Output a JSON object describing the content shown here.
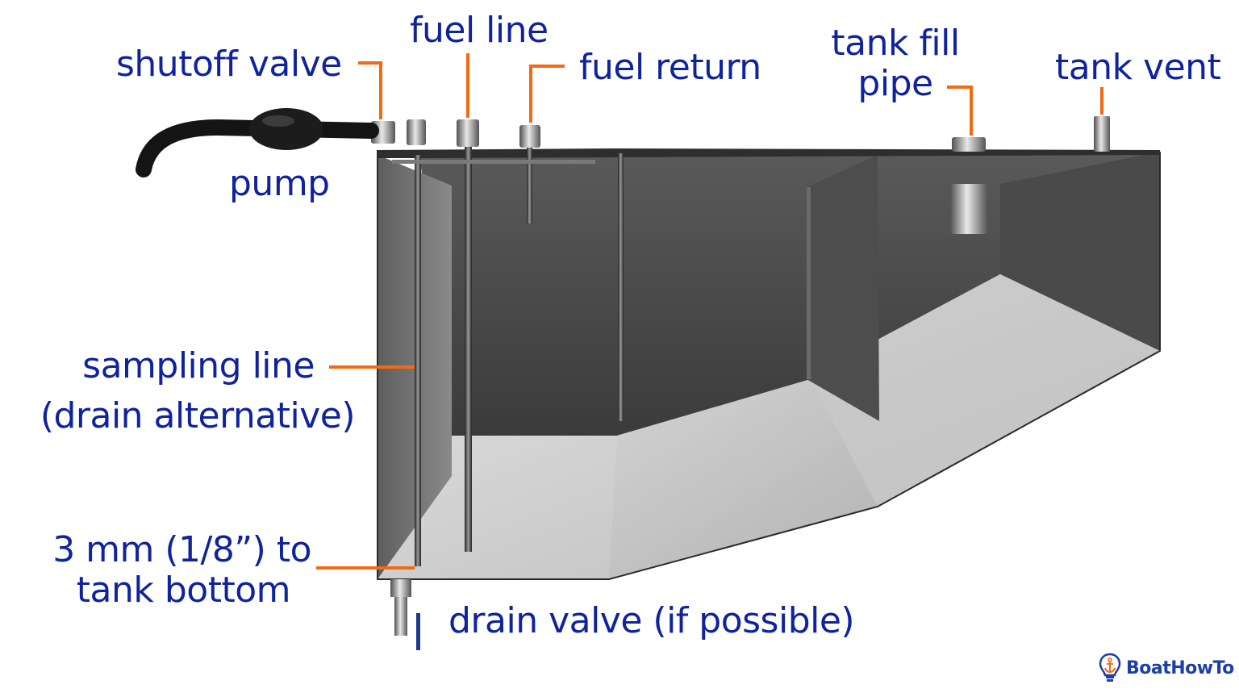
{
  "colors": {
    "label": "#10239e",
    "leader": "#f26a12",
    "tank_light": "#c7c7c7",
    "tank_dark": "#3f3f3f"
  },
  "labels": {
    "shutoff_valve": "shutoff valve",
    "fuel_line": "fuel line",
    "fuel_return": "fuel return",
    "tank_fill_pipe_1": "tank fill",
    "tank_fill_pipe_2": "pipe",
    "tank_vent": "tank vent",
    "pump": "pump",
    "sampling_line_1": "sampling line",
    "sampling_line_2": "(drain alternative)",
    "bottom_gap_1": "3 mm (1/8”) to",
    "bottom_gap_2": "tank bottom",
    "drain_valve": "drain valve (if possible)"
  },
  "logo": {
    "text": "BoatHowTo",
    "icon": "lightbulb-anchor-icon"
  }
}
